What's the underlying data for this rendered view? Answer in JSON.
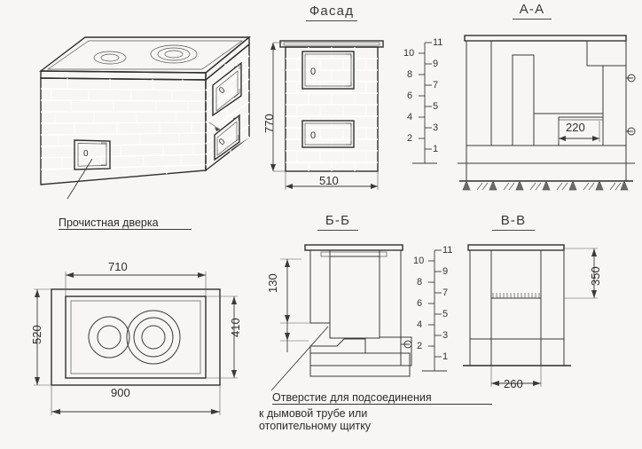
{
  "drawing": {
    "subject": "Кирпичная отопительно-варочная печь",
    "background_color": "#f8f6f4",
    "brick_color": "#f2c6b2",
    "line_color": "#3a3a3a"
  },
  "views": {
    "isometric": {
      "label_cleaning_door": "Прочистная дверка",
      "doors_front": 1,
      "doors_side": 2,
      "burners": 2
    },
    "facade": {
      "title": "Фасад",
      "dim_height": "770",
      "dim_width": "510",
      "doors": [
        "0",
        "0"
      ]
    },
    "section_aa": {
      "title": "А-А",
      "dim_firebox": "220"
    },
    "section_bb": {
      "title": "Б-Б",
      "dim_height": "130",
      "caption_line1": "Отверстие для подсоединения",
      "caption_line2": "к дымовой трубе или",
      "caption_line3": "отопительному щитку"
    },
    "section_vv": {
      "title": "В-В",
      "dim_height": "350",
      "dim_width": "260"
    },
    "plan": {
      "dim_inner_width": "710",
      "dim_outer_width": "900",
      "dim_outer_depth": "520",
      "dim_inner_depth": "410"
    }
  },
  "course_scale": {
    "left_numbers": [
      "10",
      "8",
      "6",
      "4",
      "2"
    ],
    "right_numbers": [
      "11",
      "9",
      "7",
      "5",
      "3",
      "1"
    ]
  }
}
